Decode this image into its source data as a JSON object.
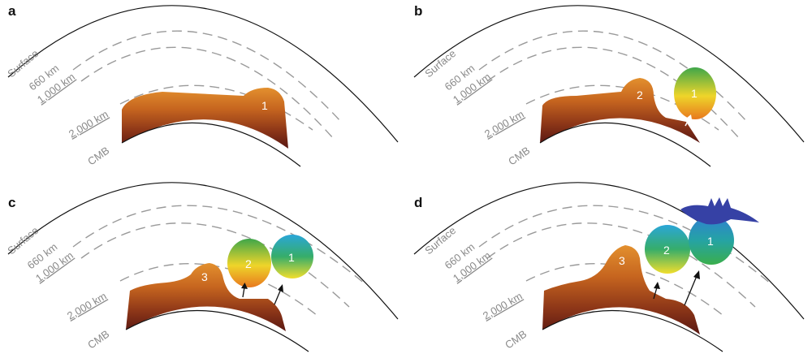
{
  "panels": [
    {
      "letter": "a",
      "labels": {
        "surface": "Surface",
        "d660": "660 km",
        "d1000": "1,000 km",
        "d2000": "2,000 km",
        "cmb": "CMB"
      },
      "numbers": [
        "1"
      ]
    },
    {
      "letter": "b",
      "labels": {
        "surface": "Surface",
        "d660": "660 km",
        "d1000": "1,000 km",
        "d2000": "2,000 km",
        "cmb": "CMB"
      },
      "numbers": [
        "2",
        "1"
      ]
    },
    {
      "letter": "c",
      "labels": {
        "surface": "Surface",
        "d660": "660 km",
        "d1000": "1,000 km",
        "d2000": "2,000 km",
        "cmb": "CMB"
      },
      "numbers": [
        "3",
        "2",
        "1"
      ]
    },
    {
      "letter": "d",
      "labels": {
        "surface": "Surface",
        "d660": "660 km",
        "d1000": "1,000 km",
        "d2000": "2,000 km",
        "cmb": "CMB"
      },
      "numbers": [
        "3",
        "2",
        "1"
      ]
    }
  ],
  "colors": {
    "pile_top": "#e0862a",
    "pile_bottom": "#5e1a12",
    "surface_line": "#111111",
    "dashed_line": "#9a9a9a",
    "plate": "#3440a0"
  }
}
